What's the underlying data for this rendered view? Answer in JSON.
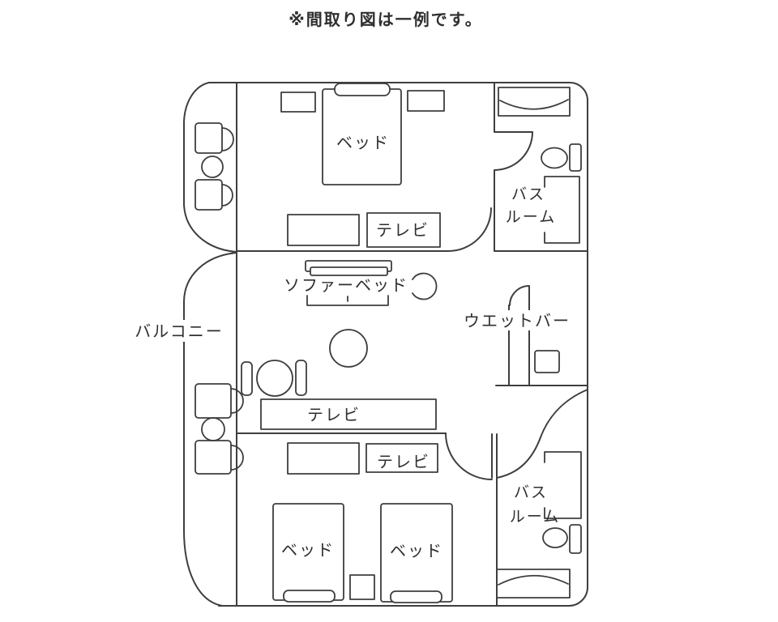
{
  "title": "※間取り図は一例です。",
  "labels": {
    "balcony": "バルコニー",
    "wet_bar": "ウエットバー",
    "sofa_bed": "ソファーベッド",
    "master_bed": "ベッド",
    "master_tv": "テレビ",
    "living_tv": "テレビ",
    "second_tv": "テレビ",
    "second_bed_left": "ベッド",
    "second_bed_right": "ベッド",
    "bath_upper_line1": "バス",
    "bath_upper_line2": "ルーム",
    "bath_lower_line1": "バス",
    "bath_lower_line2": "ルーム"
  },
  "colors": {
    "line": "#3e3e3e",
    "text": "#2f2f2f",
    "background": "#ffffff"
  }
}
